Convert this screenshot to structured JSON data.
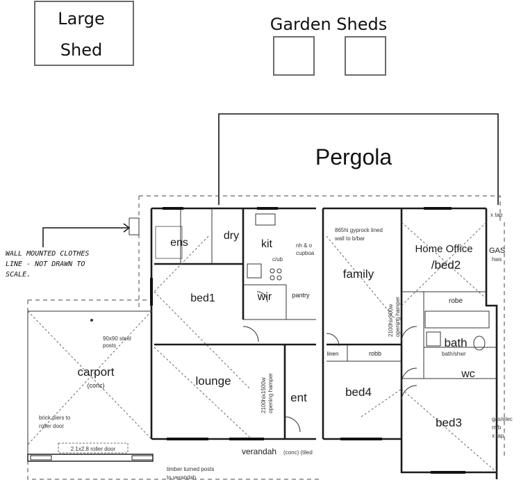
{
  "sheds": {
    "large_line1": "Large",
    "large_line2": "Shed",
    "garden_title": "Garden Sheds"
  },
  "pergola": {
    "label": "Pergola"
  },
  "rooms": {
    "ens": "ens",
    "dry": "dry",
    "kit": "kit",
    "bed1": "bed1",
    "wir": "wir",
    "pantry": "pantry",
    "family": "family",
    "home_office_line1": "Home Office",
    "home_office_line2": "/bed2",
    "robe": "robe",
    "bath": "bath",
    "wc": "wc",
    "lounge": "lounge",
    "ent": "ent",
    "bed4": "bed4",
    "bed3": "bed3",
    "linen": "linen",
    "robb": "robb",
    "carport": "carport",
    "carport_sub": "(conc)"
  },
  "notes": {
    "clothes_line1": "WALL MOUNTED CLOTHES",
    "clothes_line2": "LINE - NOT DRAWN TO",
    "clothes_line3": "SCALE.",
    "gyprock_line1": "865hi gyprock lined",
    "gyprock_line2": "wall to b/bar",
    "cupboard_line1": "nh & o",
    "cupboard_line2": "cupboa",
    "cfub": "c/ub",
    "steel_posts_line1": "90x90 steel",
    "steel_posts_line2": "posts",
    "brick_piers_line1": "brick piers to",
    "brick_piers_line2": "roller door",
    "roller_door": "2.1x2.8 roller door",
    "verandah": "verandah",
    "verandah_sub": "(conc) (tiled",
    "timber_posts_line1": "timber turned posts",
    "timber_posts_line2": "to verandah",
    "opening_hamper_lounge_line1": "2100hix1500w",
    "opening_hamper_lounge_line2": "opening hamper",
    "opening_hamper_family_line1": "2100hix900w",
    "opening_hamper_family_line2": "opening hamper",
    "gas_line1": "GAS",
    "gas_line2": "hws",
    "tap": "x tap",
    "gas_elec_line1": "gas/elec",
    "gas_elec_line2": "m/b",
    "gas_elec_line3": "x tap",
    "bath_sub": "bath/shwr"
  }
}
